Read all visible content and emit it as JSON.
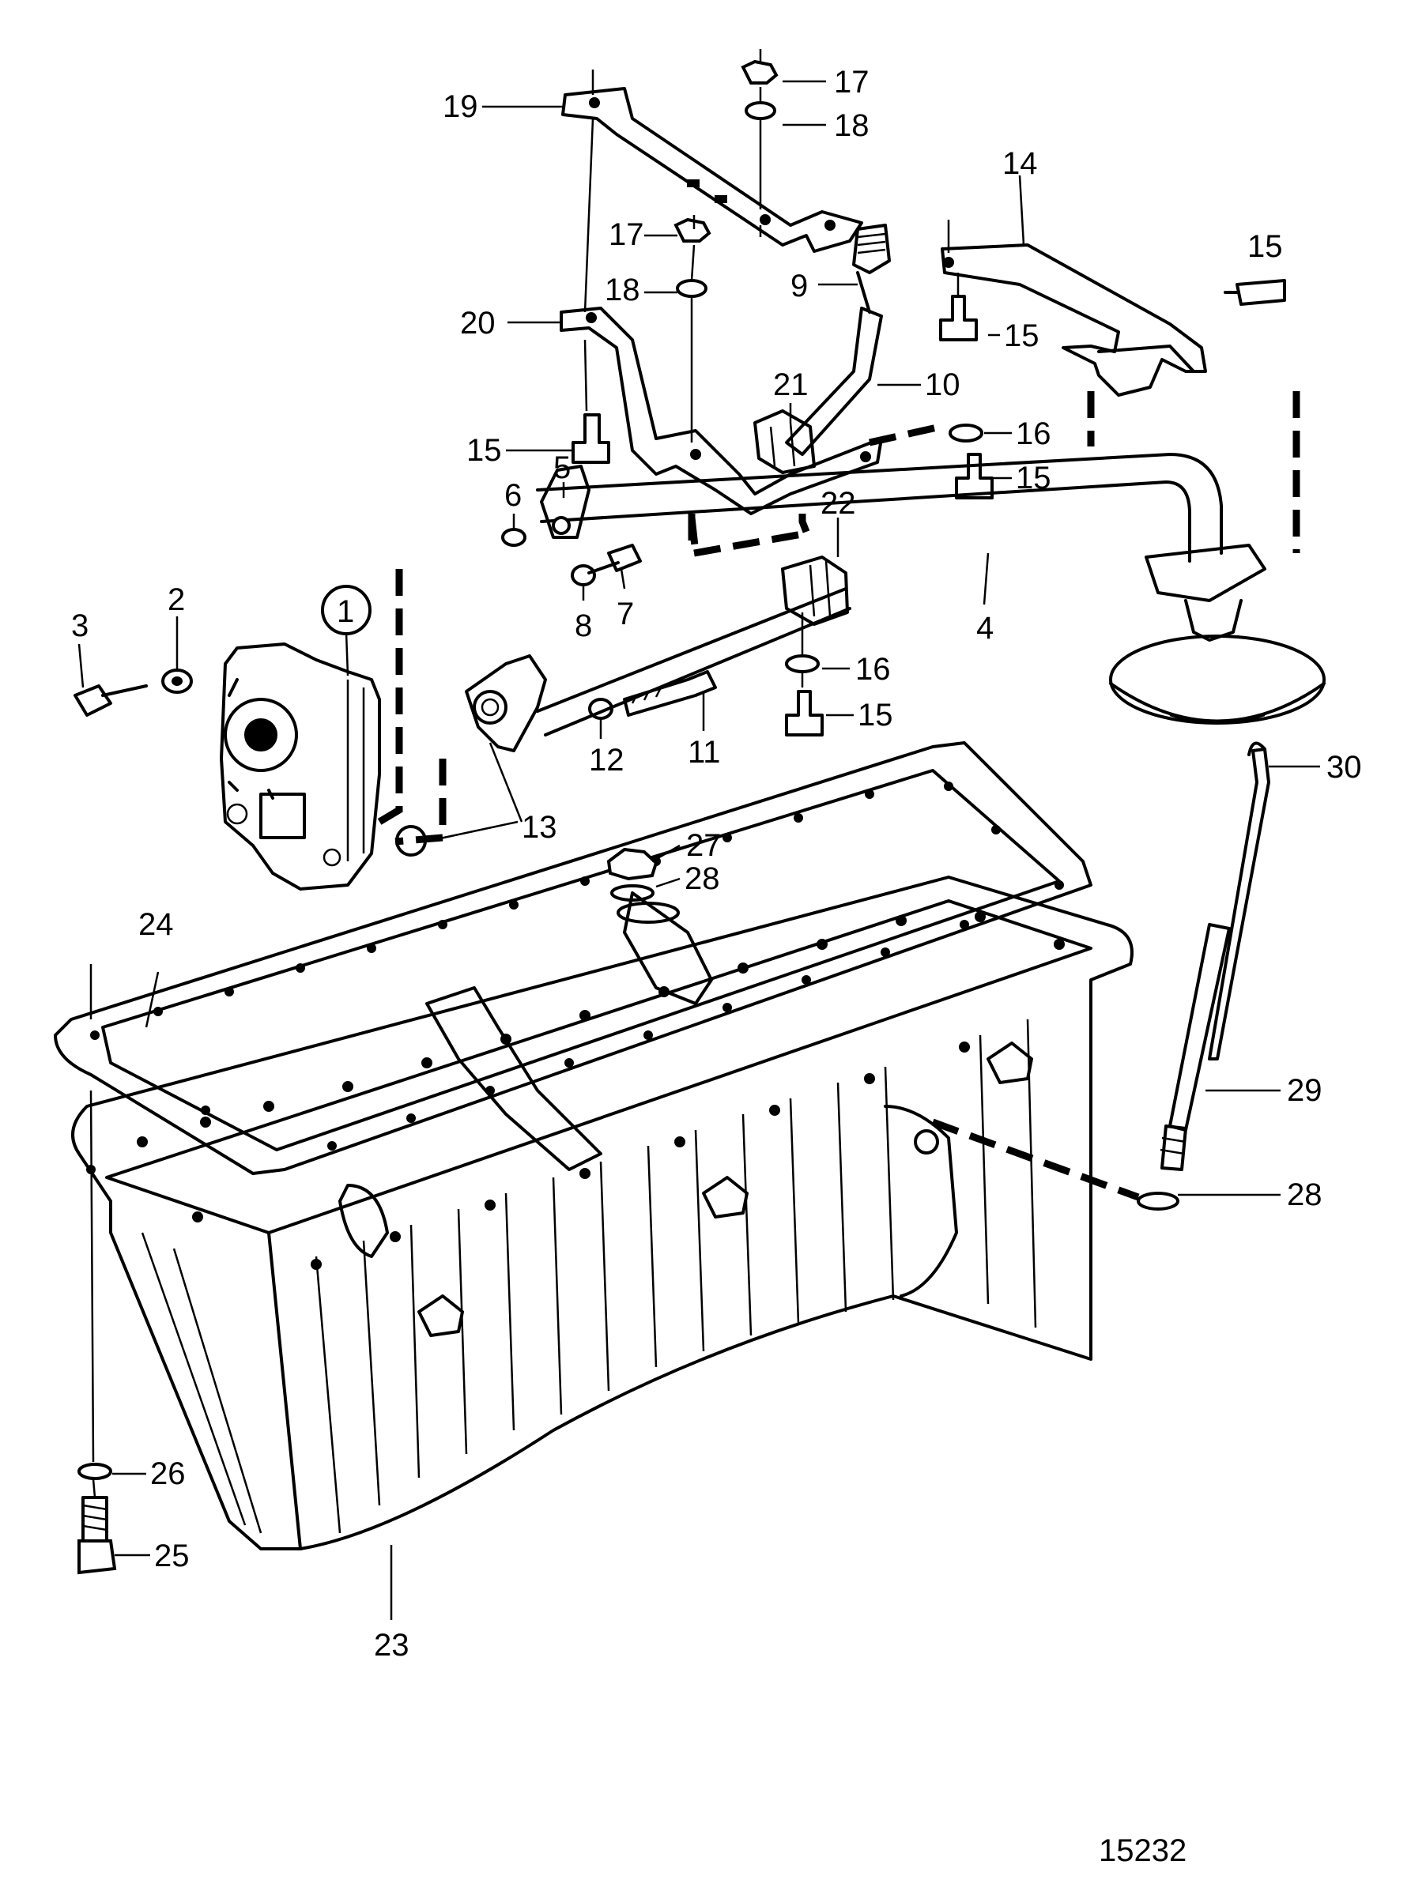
{
  "diagram": {
    "reference_number": "15232",
    "callouts": [
      {
        "id": "c1",
        "text": "1"
      },
      {
        "id": "c2",
        "text": "2"
      },
      {
        "id": "c3",
        "text": "3"
      },
      {
        "id": "c4",
        "text": "4"
      },
      {
        "id": "c5",
        "text": "5"
      },
      {
        "id": "c6",
        "text": "6"
      },
      {
        "id": "c7",
        "text": "7"
      },
      {
        "id": "c8",
        "text": "8"
      },
      {
        "id": "c9",
        "text": "9"
      },
      {
        "id": "c10",
        "text": "10"
      },
      {
        "id": "c11",
        "text": "11"
      },
      {
        "id": "c12",
        "text": "12"
      },
      {
        "id": "c13",
        "text": "13"
      },
      {
        "id": "c14",
        "text": "14"
      },
      {
        "id": "c15a",
        "text": "15"
      },
      {
        "id": "c15b",
        "text": "15"
      },
      {
        "id": "c15c",
        "text": "15"
      },
      {
        "id": "c15d",
        "text": "15"
      },
      {
        "id": "c15e",
        "text": "15"
      },
      {
        "id": "c16a",
        "text": "16"
      },
      {
        "id": "c16b",
        "text": "16"
      },
      {
        "id": "c17a",
        "text": "17"
      },
      {
        "id": "c17b",
        "text": "17"
      },
      {
        "id": "c18a",
        "text": "18"
      },
      {
        "id": "c18b",
        "text": "18"
      },
      {
        "id": "c19",
        "text": "19"
      },
      {
        "id": "c20",
        "text": "20"
      },
      {
        "id": "c21",
        "text": "21"
      },
      {
        "id": "c22",
        "text": "22"
      },
      {
        "id": "c23",
        "text": "23"
      },
      {
        "id": "c24",
        "text": "24"
      },
      {
        "id": "c25",
        "text": "25"
      },
      {
        "id": "c26",
        "text": "26"
      },
      {
        "id": "c27",
        "text": "27"
      },
      {
        "id": "c28a",
        "text": "28"
      },
      {
        "id": "c28b",
        "text": "28"
      },
      {
        "id": "c29",
        "text": "29"
      },
      {
        "id": "c30",
        "text": "30"
      }
    ]
  }
}
